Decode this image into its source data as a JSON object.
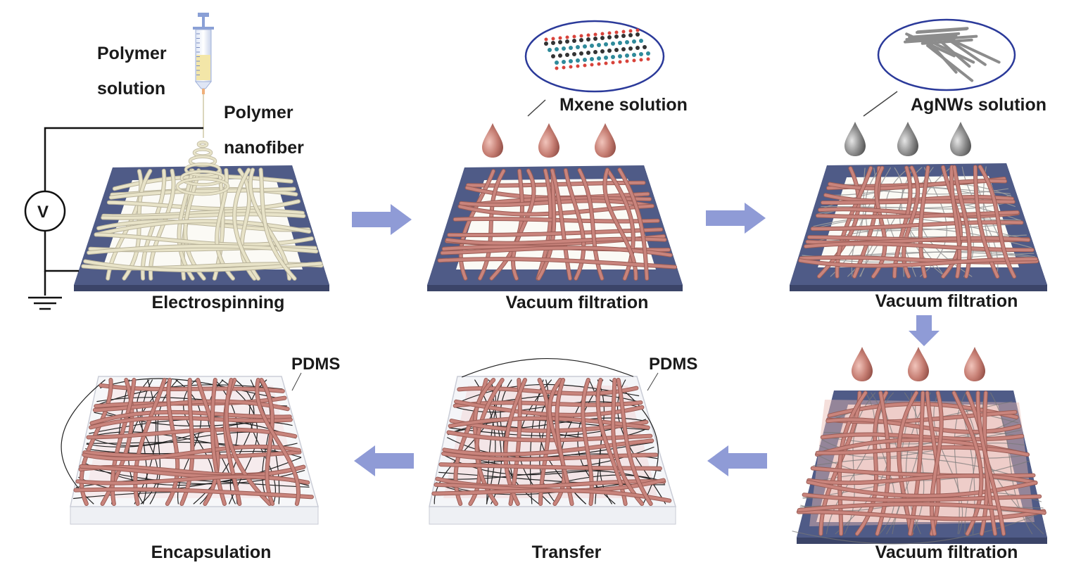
{
  "steps": {
    "electrospinning": "Electrospinning",
    "vacuum_filtration_1": "Vacuum filtration",
    "vacuum_filtration_2": "Vacuum filtration",
    "vacuum_filtration_3": "Vacuum filtration",
    "transfer": "Transfer",
    "encapsulation": "Encapsulation"
  },
  "labels": {
    "polymer_solution_line1": "Polymer",
    "polymer_solution_line2": "solution",
    "polymer_nanofiber_line1": "Polymer",
    "polymer_nanofiber_line2": "nanofiber",
    "mxene_solution": "Mxene solution",
    "agnws_solution": "AgNWs solution",
    "pdms_1": "PDMS",
    "pdms_2": "PDMS",
    "voltmeter": "V"
  },
  "colors": {
    "frame": "#4f5b87",
    "frame_dark": "#3b4468",
    "polymer_fiber": "#e8e3c8",
    "mxene_fiber": "#c9847c",
    "agnw": "#9a9a9a",
    "arrow": "#8f9bd6",
    "ellipse_border": "#2b3a9a",
    "mxene_drop": "#c57d72",
    "agnws_drop": "#8c8c8c"
  }
}
